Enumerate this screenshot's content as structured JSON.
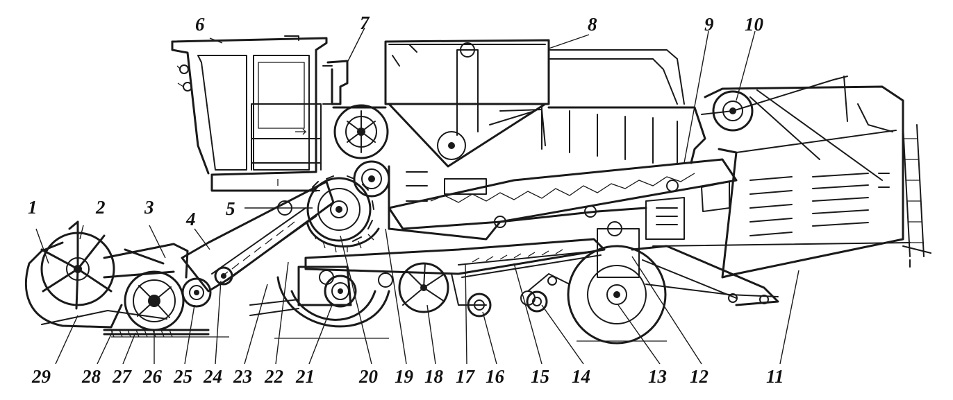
{
  "labels": [
    "1",
    "2",
    "3",
    "4",
    "5",
    "6",
    "7",
    "8",
    "9",
    "10",
    "11",
    "12",
    "13",
    "14",
    "15",
    "16",
    "17",
    "18",
    "19",
    "20",
    "21",
    "22",
    "23",
    "24",
    "25",
    "26",
    "27",
    "28",
    "29"
  ]
}
